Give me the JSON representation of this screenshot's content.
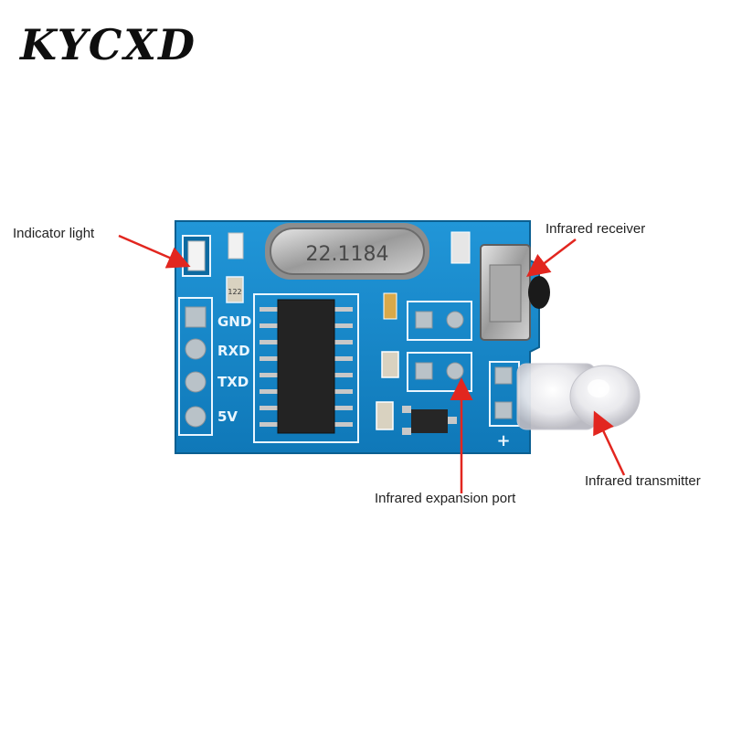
{
  "brand": {
    "logo_text": "KYCXD"
  },
  "callouts": {
    "indicator_light": "Indicator light",
    "infrared_receiver": "Infrared receiver",
    "infrared_transmitter": "Infrared transmitter",
    "infrared_expansion_port": "Infrared expansion port"
  },
  "board": {
    "crystal_label": "22.1184",
    "pins": [
      "GND",
      "RXD",
      "TXD",
      "5V"
    ],
    "plus_sign": "+",
    "resistor_code": "122",
    "colors": {
      "pcb": "#1587c9",
      "pcb_dark": "#0f6fa6",
      "silkscreen": "#eaf6ff",
      "arrow": "#e2261f"
    }
  }
}
